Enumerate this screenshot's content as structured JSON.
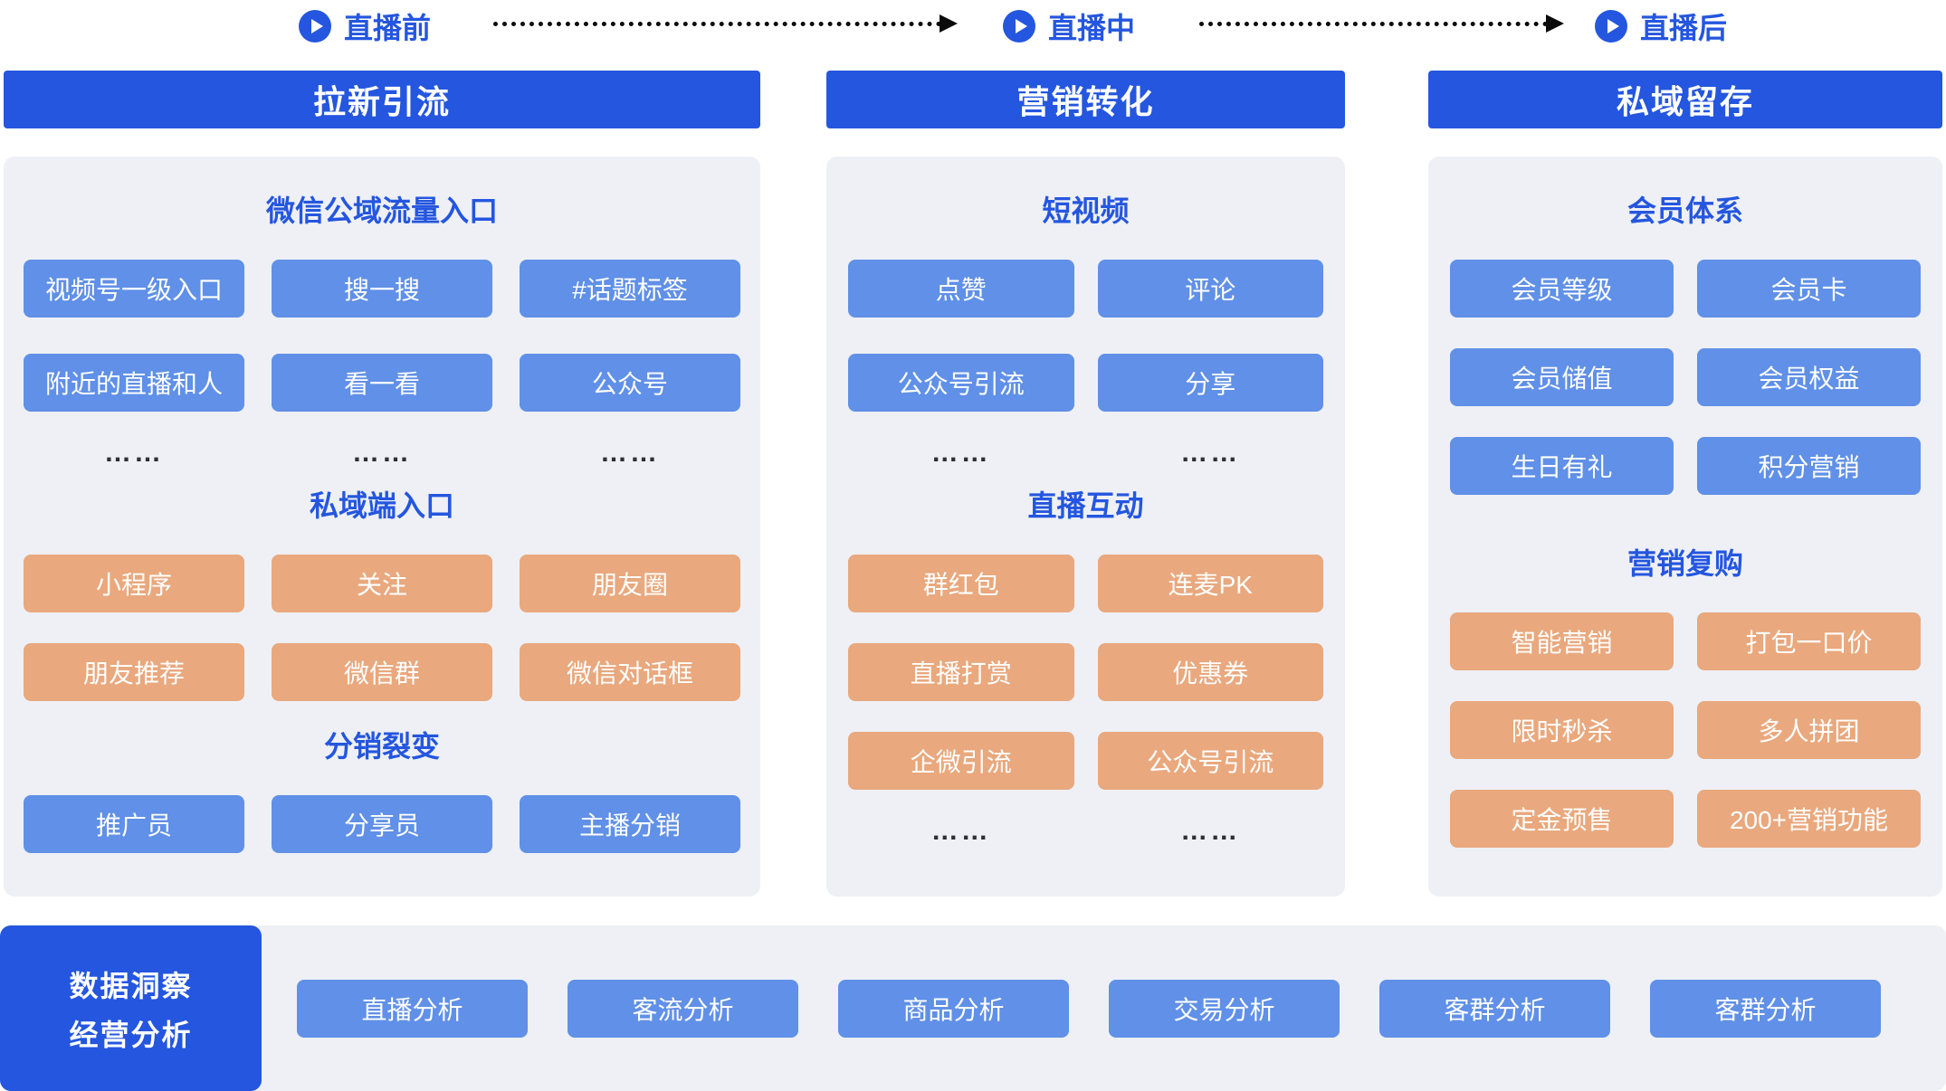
{
  "phases": [
    "直播前",
    "直播中",
    "直播后"
  ],
  "col1": {
    "header": "拉新引流",
    "sec1": {
      "title": "微信公域流量入口",
      "buttons": [
        "视频号一级入口",
        "搜一搜",
        "#话题标签",
        "附近的直播和人",
        "看一看",
        "公众号"
      ]
    },
    "dots": [
      "……",
      "……",
      "……"
    ],
    "sec2": {
      "title": "私域端入口",
      "buttons": [
        "小程序",
        "关注",
        "朋友圈",
        "朋友推荐",
        "微信群",
        "微信对话框"
      ]
    },
    "sec3": {
      "title": "分销裂变",
      "buttons": [
        "推广员",
        "分享员",
        "主播分销"
      ]
    }
  },
  "col2": {
    "header": "营销转化",
    "sec1": {
      "title": "短视频",
      "buttons": [
        "点赞",
        "评论",
        "公众号引流",
        "分享"
      ]
    },
    "dots1": [
      "……",
      "……"
    ],
    "sec2": {
      "title": "直播互动",
      "buttons": [
        "群红包",
        "连麦PK",
        "直播打赏",
        "优惠券",
        "企微引流",
        "公众号引流"
      ]
    },
    "dots2": [
      "……",
      "……"
    ]
  },
  "col3": {
    "header": "私域留存",
    "sec1": {
      "title": "会员体系",
      "buttons": [
        "会员等级",
        "会员卡",
        "会员储值",
        "会员权益",
        "生日有礼",
        "积分营销"
      ]
    },
    "sec2": {
      "title": "营销复购",
      "buttons": [
        "智能营销",
        "打包一口价",
        "限时秒杀",
        "多人拼团",
        "定金预售",
        "200+营销功能"
      ]
    }
  },
  "bottom": {
    "box_line1": "数据洞察",
    "box_line2": "经营分析",
    "buttons": [
      "直播分析",
      "客流分析",
      "商品分析",
      "交易分析",
      "客群分析",
      "客群分析"
    ]
  },
  "colors": {
    "primary_blue": "#2456df",
    "chip_blue": "#6090e7",
    "chip_orange": "#e9a87d",
    "panel_bg": "#eef0f5",
    "arrow_color": "#0b0b0b",
    "dots_text": "#2b2f36"
  }
}
